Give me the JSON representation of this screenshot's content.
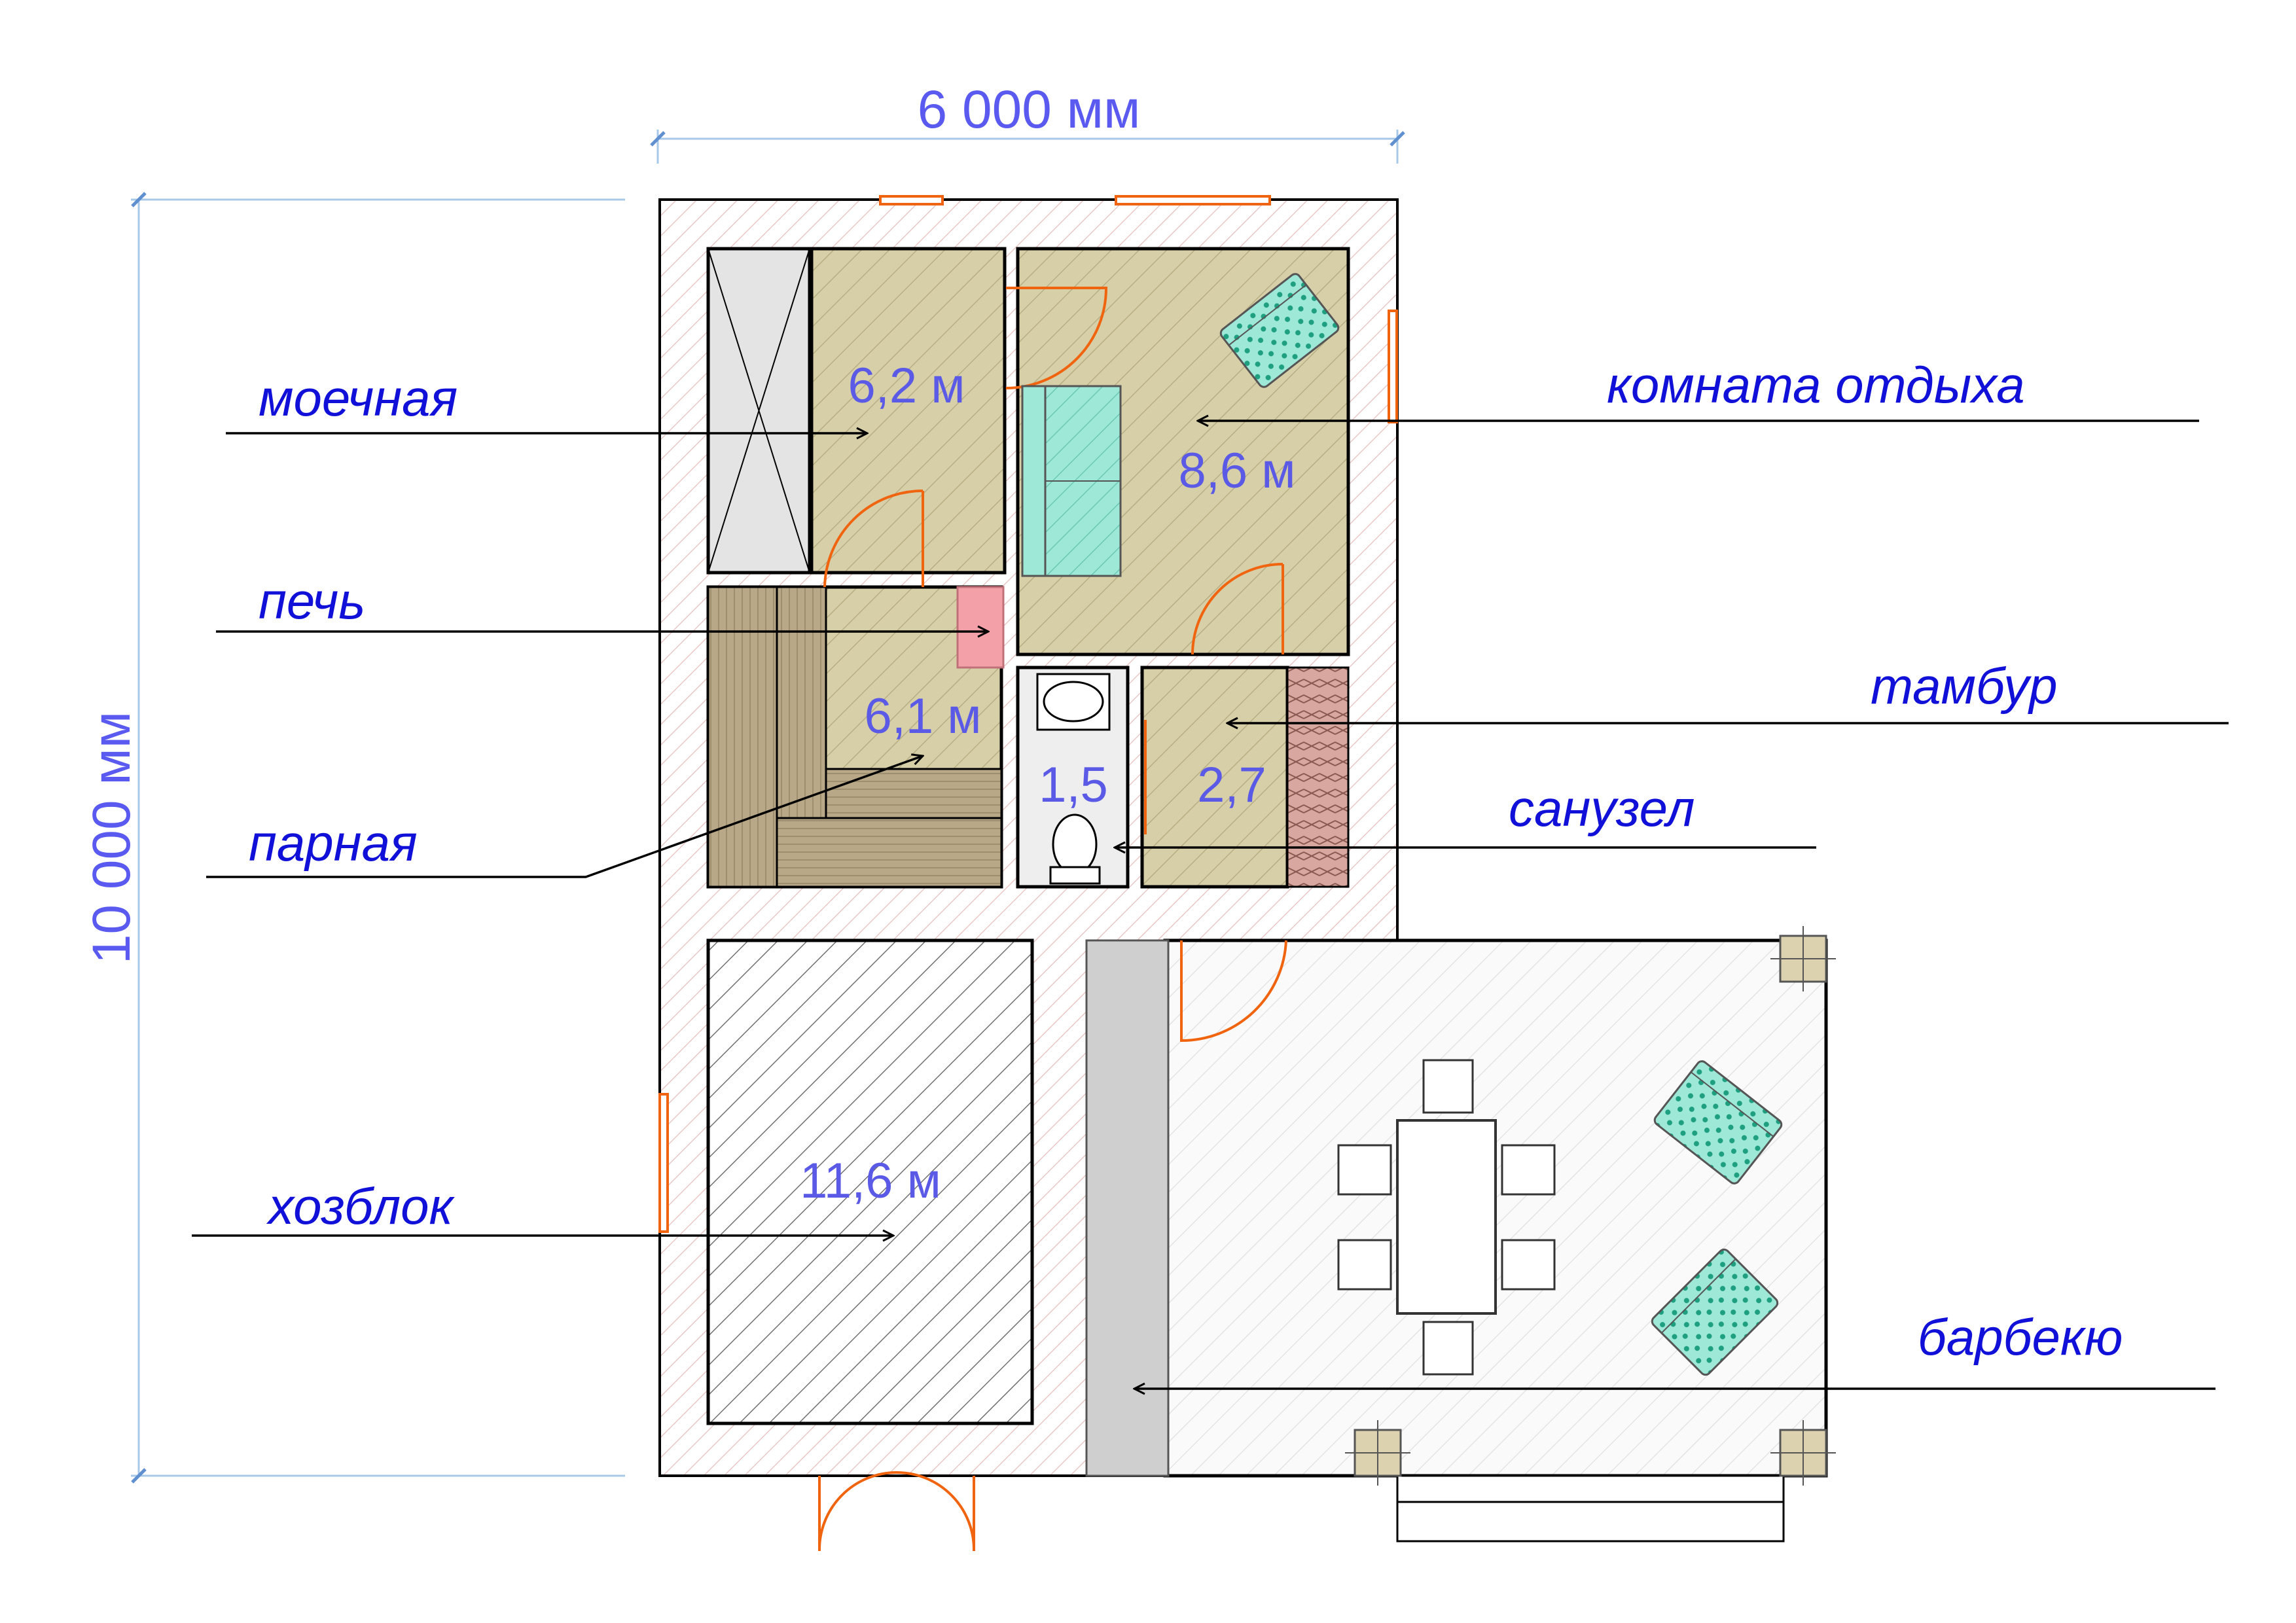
{
  "dimensions": {
    "width": "6 000 мм",
    "height": "10 000 мм"
  },
  "rooms": [
    {
      "id": "moechnaya",
      "label": "моечная",
      "area": "6,2 м"
    },
    {
      "id": "komnata",
      "label": "комната отдыха",
      "area": "8,6 м"
    },
    {
      "id": "pech",
      "label": "печь",
      "area": ""
    },
    {
      "id": "parnaya",
      "label": "парная",
      "area": "6,1 м"
    },
    {
      "id": "tambur",
      "label": "тамбур",
      "area": "2,7"
    },
    {
      "id": "sanuzel",
      "label": "санузел",
      "area": "1,5"
    },
    {
      "id": "hozblok",
      "label": "хозблок",
      "area": "11,6 м"
    },
    {
      "id": "barbecue",
      "label": "барбекю",
      "area": ""
    }
  ],
  "colors": {
    "dimension_text": "#5a5af0",
    "label_text": "#1010d8",
    "room_fill": "#d6cfa8",
    "steam_bench": "#b8a888",
    "stove": "#f4a0a8",
    "door": "#f06410",
    "furniture": "#9ee8d8",
    "wall_hatch": "#e8c8c8"
  }
}
